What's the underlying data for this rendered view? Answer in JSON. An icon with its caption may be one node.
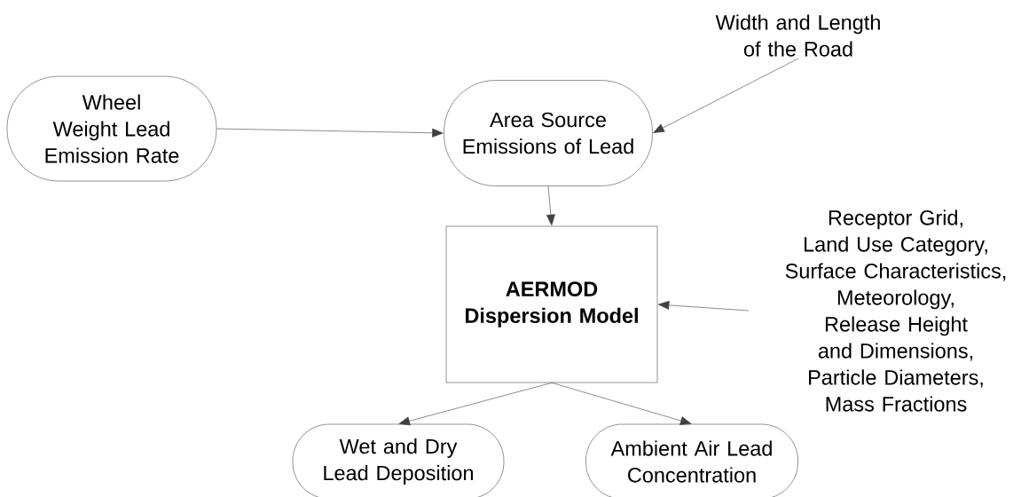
{
  "diagram": {
    "nodes": [
      {
        "text": [
          "Wheel Weight Lead Emission Rate"
        ]
      },
      {
        "text": [
          "Area Source Emissions of Lead"
        ]
      },
      {
        "text": [
          "Width and Length of the Road"
        ]
      },
      {
        "text": [
          "AERMOD Dispersion Model"
        ]
      },
      {
        "text": [
          "Receptor Grid, Land Use Category, Surface Characteristics, Meteorology, Release Height and Dimensions, Particle Diameters, Mass Fractions"
        ]
      },
      {
        "text": [
          "Wet and Dry Lead Deposition"
        ]
      },
      {
        "text": [
          "Ambient Air Lead Concentration"
        ]
      }
    ],
    "edges": [
      {
        "from": 0,
        "to": 1,
        "arrow": "to"
      },
      {
        "from": 2,
        "to": 1,
        "arrow": "to"
      },
      {
        "from": 1,
        "to": 3,
        "arrow": "to"
      },
      {
        "from": 4,
        "to": 3,
        "arrow": "to"
      },
      {
        "from": 3,
        "to": 5,
        "arrow": "to"
      },
      {
        "from": 3,
        "to": 6,
        "arrow": "to"
      }
    ]
  }
}
